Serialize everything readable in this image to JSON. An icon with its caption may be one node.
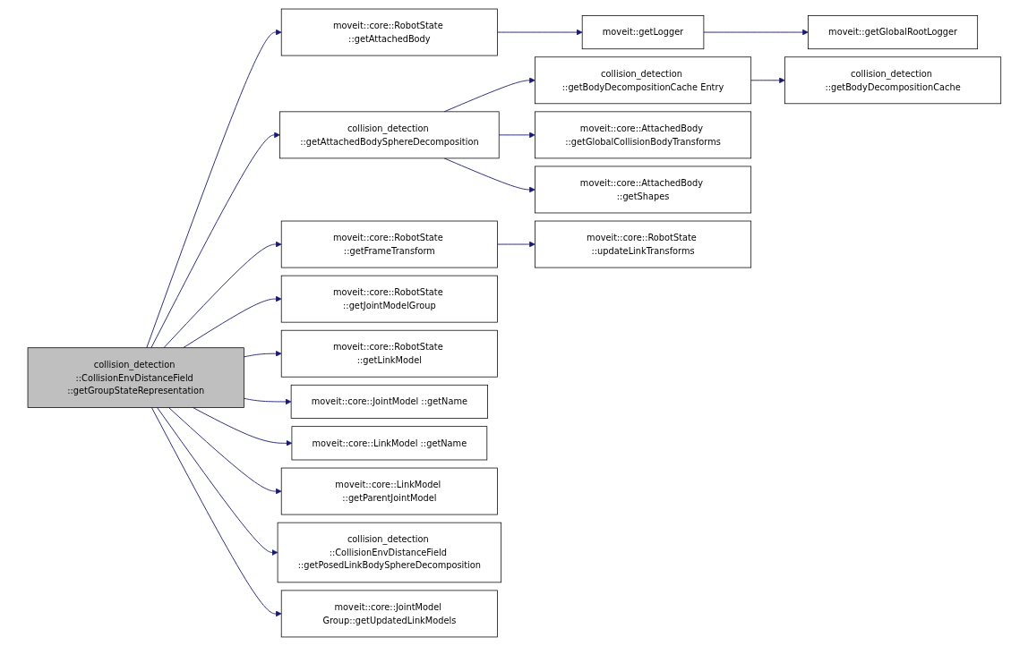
{
  "diagram": {
    "nodes": [
      {
        "text": [
          "collision_detection ::CollisionEnvDistanceField ::getGroupStateRepresentation"
        ]
      },
      {
        "text": [
          "moveit::core::RobotState ::getAttachedBody"
        ]
      },
      {
        "text": [
          "moveit::getLogger"
        ]
      },
      {
        "text": [
          "moveit::getGlobalRootLogger"
        ]
      },
      {
        "text": [
          "collision_detection ::getAttachedBodySphereDecomposition"
        ]
      },
      {
        "text": [
          "collision_detection ::getBodyDecompositionCache Entry"
        ]
      },
      {
        "text": [
          "collision_detection ::getBodyDecompositionCache"
        ]
      },
      {
        "text": [
          "moveit::core::AttachedBody ::getGlobalCollisionBodyTransforms"
        ]
      },
      {
        "text": [
          "moveit::core::AttachedBody ::getShapes"
        ]
      },
      {
        "text": [
          "moveit::core::RobotState ::getFrameTransform"
        ]
      },
      {
        "text": [
          "moveit::core::RobotState ::updateLinkTransforms"
        ]
      },
      {
        "text": [
          "moveit::core::RobotState ::getJointModelGroup"
        ]
      },
      {
        "text": [
          "moveit::core::RobotState ::getLinkModel"
        ]
      },
      {
        "text": [
          "moveit::core::JointModel ::getName"
        ]
      },
      {
        "text": [
          "moveit::core::LinkModel ::getName"
        ]
      },
      {
        "text": [
          "moveit::core::LinkModel ::getParentJointModel"
        ]
      },
      {
        "text": [
          "collision_detection ::CollisionEnvDistanceField ::getPosedLinkBodySphereDecomposition"
        ]
      },
      {
        "text": [
          "moveit::core::JointModel Group::getUpdatedLinkModels"
        ]
      }
    ],
    "edges": [
      {
        "from": 0,
        "to": 1,
        "arrow": "to"
      },
      {
        "from": 1,
        "to": 2,
        "arrow": "to"
      },
      {
        "from": 2,
        "to": 3,
        "arrow": "to"
      },
      {
        "from": 0,
        "to": 4,
        "arrow": "to"
      },
      {
        "from": 4,
        "to": 5,
        "arrow": "to"
      },
      {
        "from": 5,
        "to": 6,
        "arrow": "to"
      },
      {
        "from": 4,
        "to": 7,
        "arrow": "to"
      },
      {
        "from": 4,
        "to": 8,
        "arrow": "to"
      },
      {
        "from": 0,
        "to": 9,
        "arrow": "to"
      },
      {
        "from": 9,
        "to": 10,
        "arrow": "to"
      },
      {
        "from": 0,
        "to": 11,
        "arrow": "to"
      },
      {
        "from": 0,
        "to": 12,
        "arrow": "to"
      },
      {
        "from": 0,
        "to": 13,
        "arrow": "to"
      },
      {
        "from": 0,
        "to": 14,
        "arrow": "to"
      },
      {
        "from": 0,
        "to": 15,
        "arrow": "to"
      },
      {
        "from": 0,
        "to": 16,
        "arrow": "to"
      },
      {
        "from": 0,
        "to": 17,
        "arrow": "to"
      }
    ]
  }
}
